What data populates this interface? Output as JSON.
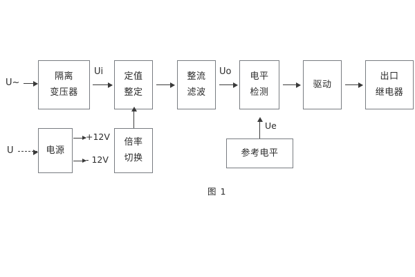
{
  "figure": {
    "caption": "图 1",
    "box_border_color": "#777b80",
    "line_color": "#3a3a3a",
    "text_color": "#2b2b2b",
    "background": "#ffffff"
  },
  "blocks": {
    "isolation_transformer": {
      "line1": "隔离",
      "line2": "变压器"
    },
    "setting_value": {
      "line1": "定值",
      "line2": "整定"
    },
    "rectify_filter": {
      "line1": "整流",
      "line2": "滤波"
    },
    "level_detect": {
      "line1": "电平",
      "line2": "检测"
    },
    "drive": {
      "line1": "驱动"
    },
    "output_relay": {
      "line1": "出口",
      "line2": "继电器"
    },
    "power_supply": {
      "line1": "电源"
    },
    "ratio_switch": {
      "line1": "倍率",
      "line2": "切换"
    },
    "reference_level": {
      "line1": "参考电平"
    }
  },
  "signals": {
    "input_ac": "U~",
    "input_dc": "U",
    "ui": "Ui",
    "uo": "Uo",
    "ue": "Ue",
    "rail_positive": "+12V",
    "rail_negative": "- 12V"
  }
}
